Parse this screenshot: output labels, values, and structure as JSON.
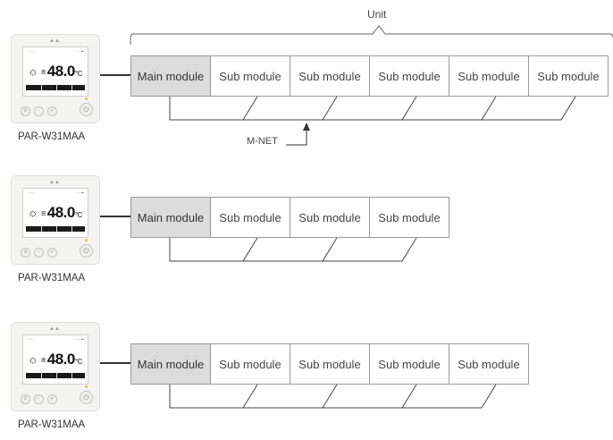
{
  "top_label": "Unit",
  "controller": {
    "name": "PAR-W31MAA",
    "display_temperature": "48.0",
    "temperature_unit": "°C"
  },
  "module_labels": {
    "main": "Main module",
    "sub": "Sub module"
  },
  "configurations": [
    {
      "modules": [
        "Main module",
        "Sub module",
        "Sub module",
        "Sub module",
        "Sub module",
        "Sub module"
      ]
    },
    {
      "modules": [
        "Main module",
        "Sub module",
        "Sub module",
        "Sub module"
      ]
    },
    {
      "modules": [
        "Main module",
        "Sub module",
        "Sub module",
        "Sub module",
        "Sub module"
      ]
    }
  ],
  "network_label": "M-NET"
}
